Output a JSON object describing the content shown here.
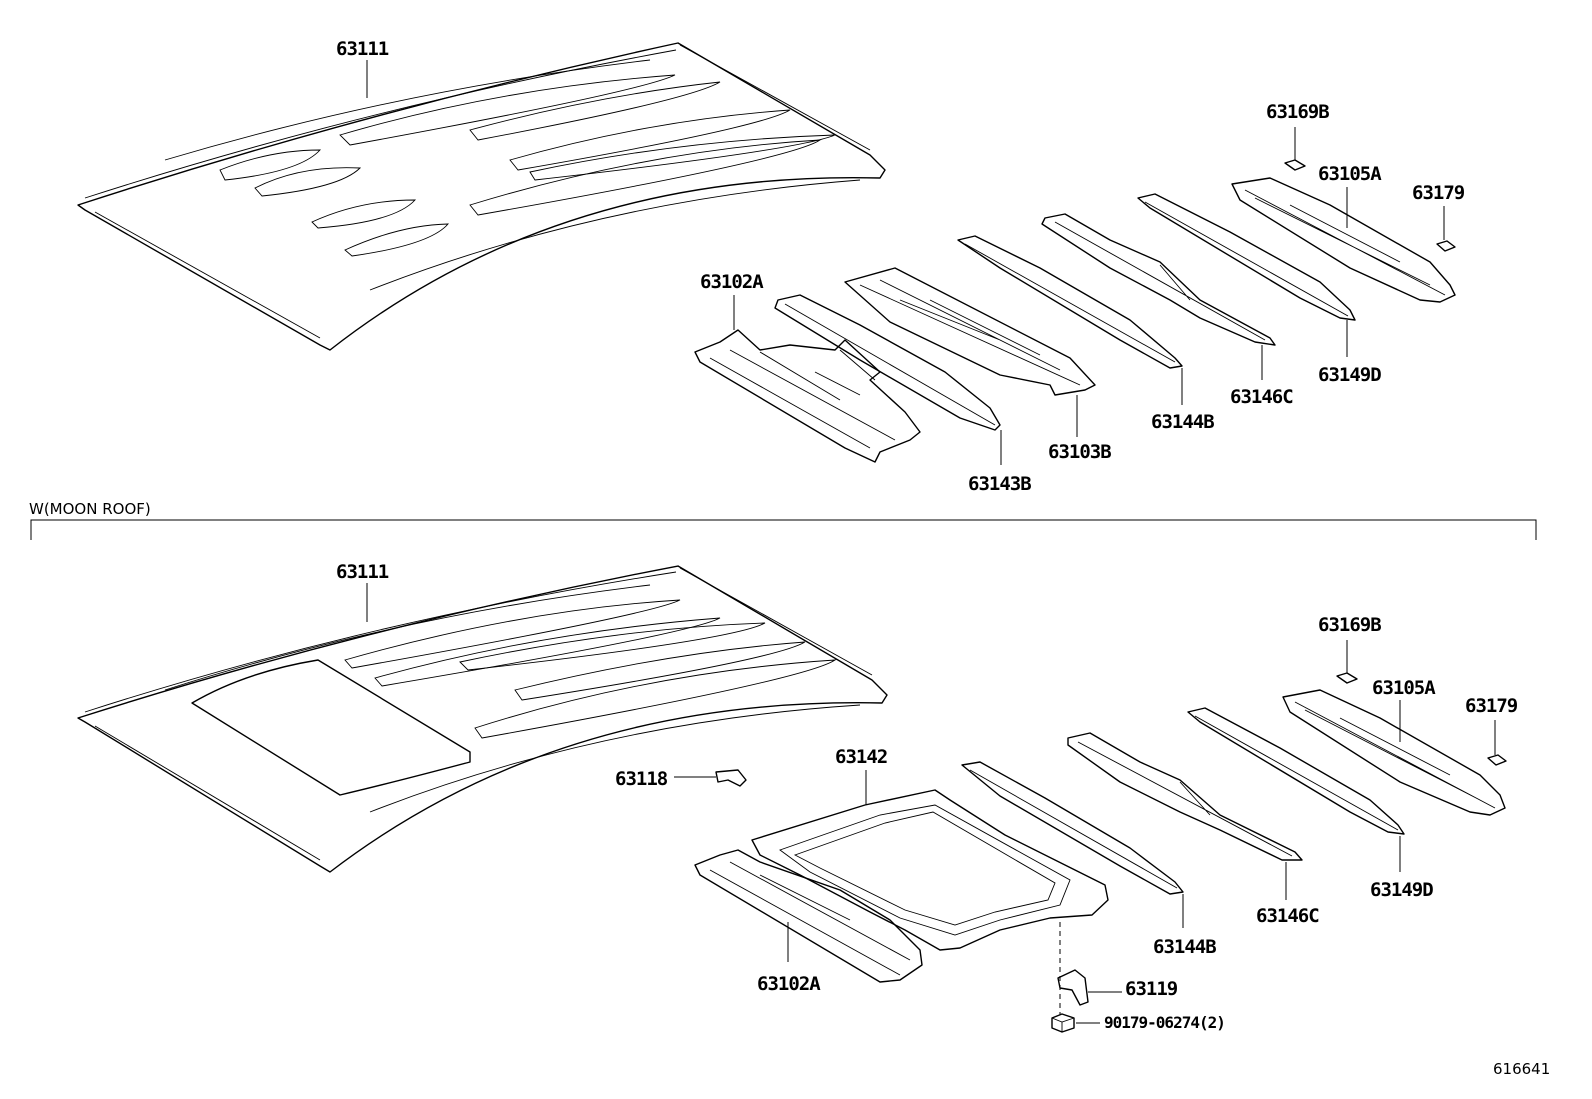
{
  "section_label": "W(MOON ROOF)",
  "reference_number": "616641",
  "top_group": {
    "roof_panel": "63111",
    "rear_cap": "63169B",
    "rear_header": "63105A",
    "clip": "63179",
    "front_header": "63102A",
    "bow_1": "63143B",
    "bow_2": "63103B",
    "bow_3": "63144B",
    "bow_4": "63146C",
    "bow_5": "63149D"
  },
  "bottom_group": {
    "roof_panel": "63111",
    "rear_cap": "63169B",
    "rear_header": "63105A",
    "clip": "63179",
    "bracket_front": "63118",
    "sunroof_frame": "63142",
    "bow_3": "63144B",
    "bow_4": "63146C",
    "bow_5": "63149D",
    "front_header": "63102A",
    "bracket_rear": "63119",
    "nut": "90179-06274(2)"
  }
}
